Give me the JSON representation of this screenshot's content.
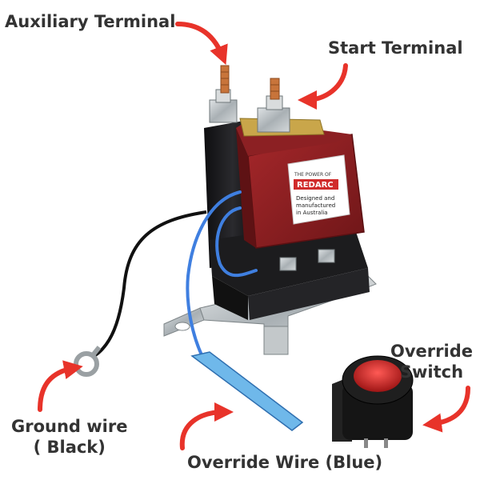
{
  "labels": {
    "auxiliary_terminal": "Auxiliary Terminal",
    "start_terminal": "Start Terminal",
    "override_switch_line1": "Override",
    "override_switch_line2": "Switch",
    "ground_wire_line1": "Ground wire",
    "ground_wire_line2": "( Black)",
    "override_wire": "Override Wire (Blue)"
  },
  "decal": {
    "tagline": "THE POWER OF",
    "brand": "REDARC",
    "line1": "Designed and",
    "line2": "manufactured",
    "line3": "in Australia"
  },
  "colors": {
    "arrow_red": "#e8332a",
    "label_text": "#333333",
    "solenoid_body": "#1c1c1e",
    "red_housing": "#8e1f22",
    "copper": "#c8743a",
    "blue_wire": "#3f7fe0",
    "bracket": "#b9bdbf"
  }
}
